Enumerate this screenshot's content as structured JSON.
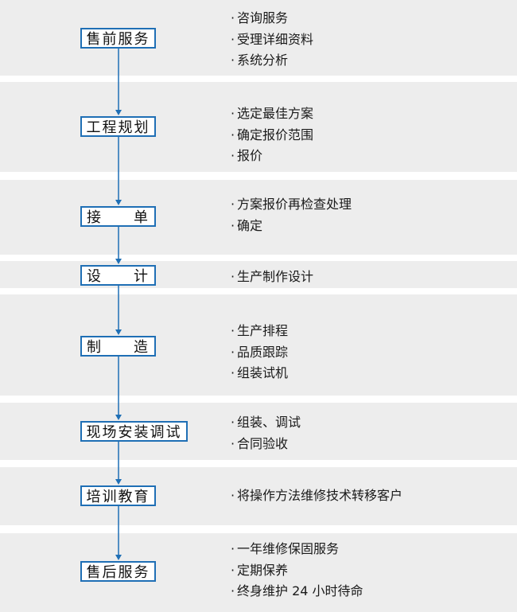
{
  "stages": [
    {
      "label": "售前服务",
      "spread": false,
      "items": [
        "咨询服务",
        "受理详细资料",
        "系统分析"
      ]
    },
    {
      "label": "工程规划",
      "spread": false,
      "items": [
        "选定最佳方案",
        "确定报价范围",
        "报价"
      ]
    },
    {
      "label": "接单",
      "spread": true,
      "items": [
        "方案报价再检查处理",
        "确定"
      ]
    },
    {
      "label": "设计",
      "spread": true,
      "items": [
        "生产制作设计"
      ]
    },
    {
      "label": "制造",
      "spread": true,
      "items": [
        "生产排程",
        "品质跟踪",
        "组装试机"
      ]
    },
    {
      "label": "现场安装调试",
      "spread": false,
      "items": [
        "组装、调试",
        "合同验收"
      ]
    },
    {
      "label": "培训教育",
      "spread": false,
      "items": [
        "将操作方法维修技术转移客户"
      ]
    },
    {
      "label": "售后服务",
      "spread": false,
      "items": [
        "一年维修保固服务",
        "定期保养",
        "终身维护  24 小时待命"
      ]
    }
  ],
  "colors": {
    "band": "#ededed",
    "box_border": "#1f6fb5",
    "arrow": "#1f6fb5"
  }
}
